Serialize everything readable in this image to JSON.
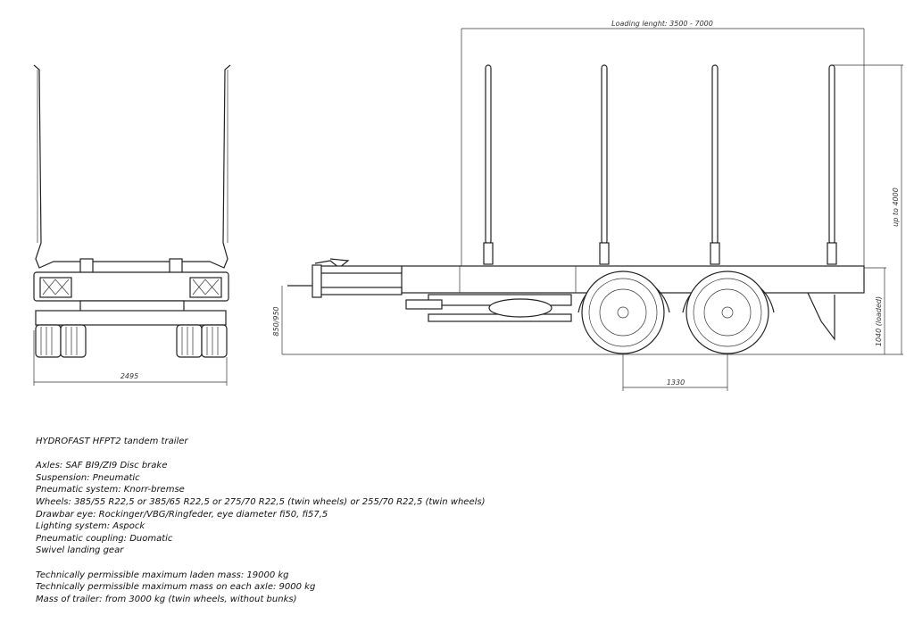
{
  "title": "HYDROFAST HFPT2 tandem trailer",
  "dimensions": {
    "width": "2495",
    "loading_length": "Loading lenght: 3500 - 7000",
    "height": "up to 4000",
    "frame_height": "1040 (loaded)",
    "drawbar_height": "850/950",
    "axle_spacing": "1330"
  },
  "specs": [
    "Axles: SAF BI9/ZI9 Disc brake",
    "Suspension: Pneumatic",
    "Pneumatic system: Knorr-bremse",
    "Wheels: 385/55 R22,5 or 385/65 R22,5 or 275/70 R22,5 (twin wheels) or 255/70 R22,5 (twin wheels)",
    "Drawbar eye: Rockinger/VBG/Ringfeder, eye diameter fi50, fi57,5",
    "Lighting system: Aspock",
    "Pneumatic coupling: Duomatic",
    "Swivel landing gear"
  ],
  "masses": [
    "Technically permissible maximum laden mass: 19000 kg",
    "Technically permissible maximum mass on each axle: 9000 kg",
    "Mass of trailer: from 3000 kg (twin wheels, without bunks)"
  ]
}
